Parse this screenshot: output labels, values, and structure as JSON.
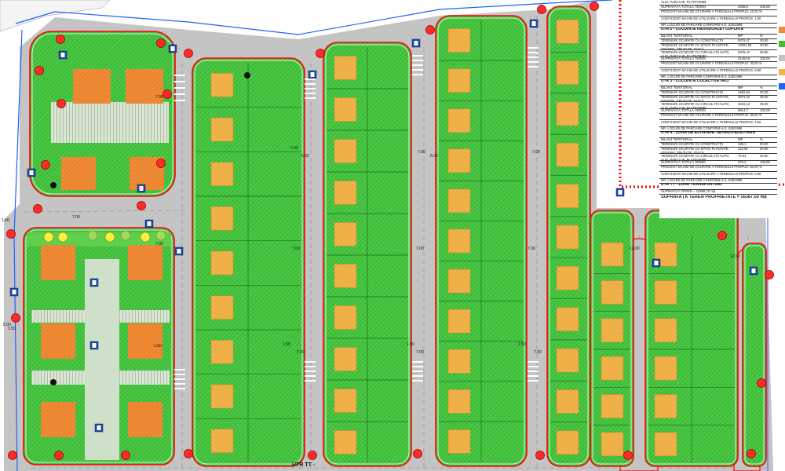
{
  "legend": {
    "rows": [
      {
        "id": "r0",
        "text": "ALEI, PARCAJE, PLATFORME",
        "m2": "",
        "pct": "",
        "head": false
      },
      {
        "id": "r1",
        "text": "SUPRAFAȚĂ TOTALĂ TEREN",
        "m2": "1038,9",
        "pct": "100,00",
        "head": false
      },
      {
        "id": "r2",
        "text": "PROCENT MAXIM DE OCUPARE A TERENULUI PROPUS: 10,00 %",
        "m2": "",
        "pct": "",
        "head": false
      },
      {
        "id": "r3",
        "text": "COEFICIENT MAXIM DE UTILIZARE A TERENULUI PROPUS: 1,00",
        "m2": "",
        "pct": "",
        "head": false
      },
      {
        "id": "r4",
        "text": "NR. LOCURI DE PARCARE CONFORM H.G. 525/1996",
        "m2": "",
        "pct": "",
        "head": false
      },
      {
        "id": "r5",
        "text": "UTR 2 - LOCUINȚE INDIVIDUALE / CUPLATE",
        "m2": "",
        "pct": "",
        "head": true
      },
      {
        "id": "r6",
        "text": "BILANȚ TERITORIAL",
        "m2": "MP",
        "pct": "%",
        "head": false
      },
      {
        "id": "r7",
        "text": "TERENURI OCUPATE CU CONSTRUCȚII",
        "m2": "9376,47",
        "pct": "30,00",
        "head": false
      },
      {
        "id": "r8",
        "text": "TERENURI OCUPATE CU SPAȚII PLANTATE, GRĂDINI, SPAȚII DE JOACĂ",
        "m2": "12501,96",
        "pct": "40,00",
        "head": false
      },
      {
        "id": "r9",
        "text": "TERENURI OCUPATE CU CIRCULAȚII AUTO, ALEI, PARCAJE, PLATFORME",
        "m2": "9376,47",
        "pct": "30,00",
        "head": false
      },
      {
        "id": "r10",
        "text": "SUPRAFAȚĂ TOTALĂ TEREN",
        "m2": "31254,9",
        "pct": "100,00",
        "head": false
      },
      {
        "id": "r11",
        "text": "PROCENT MAXIM DE OCUPARE A TERENULUI PROPUS: 30,00 %",
        "m2": "",
        "pct": "",
        "head": false
      },
      {
        "id": "r12",
        "text": "COEFICIENT MAXIM DE UTILIZARE A TERENULUI PROPUS: 0,90",
        "m2": "",
        "pct": "",
        "head": false
      },
      {
        "id": "r13",
        "text": "NR. LOCURI DE PARCARE CONFORM H.G. 525/1996",
        "m2": "",
        "pct": "",
        "head": false
      },
      {
        "id": "r14",
        "text": "UTR 3 - LOCUINȚE COLECTIVE MICI",
        "m2": "",
        "pct": "",
        "head": true
      },
      {
        "id": "r15",
        "text": "BILANȚ TERITORIAL",
        "m2": "MP",
        "pct": "%",
        "head": false
      },
      {
        "id": "r16",
        "text": "TERENURI OCUPATE CU CONSTRUCȚII",
        "m2": "2462,94",
        "pct": "30,00",
        "head": false
      },
      {
        "id": "r17",
        "text": "TERENURI OCUPATE CU SPAȚII PLANTATE, GRĂDINI, SPAȚII DE JOACĂ",
        "m2": "2874,41",
        "pct": "35,00",
        "head": false
      },
      {
        "id": "r18",
        "text": "TERENURI OCUPATE CU CIRCULAȚII AUTO, ALEI, PARCAJE, PLATFORME",
        "m2": "4810,12",
        "pct": "35,00",
        "head": false
      },
      {
        "id": "r19",
        "text": "SUPRAFAȚĂ TOTALĂ TEREN",
        "m2": "8814,7",
        "pct": "100,00",
        "head": false
      },
      {
        "id": "r20",
        "text": "PROCENT MAXIM DE OCUPARE A TERENULUI PROPUS: 30,00 %",
        "m2": "",
        "pct": "",
        "head": false
      },
      {
        "id": "r21",
        "text": "COEFICIENT MAXIM DE UTILIZARE A TERENULUI PROPUS: 1,00",
        "m2": "",
        "pct": "",
        "head": false
      },
      {
        "id": "r22",
        "text": "NR. LOCURI DE PARCARE CONFORM H.G. 525/1996",
        "m2": "",
        "pct": "",
        "head": false
      },
      {
        "id": "r23",
        "text": "UTR 4 - ZONĂ DE ECHIPARE TEHNICO-EDILITARĂ",
        "m2": "",
        "pct": "",
        "head": true
      },
      {
        "id": "r24",
        "text": "BILANȚ TERITORIAL",
        "m2": "MP",
        "pct": "%",
        "head": false
      },
      {
        "id": "r25",
        "text": "TERENURI OCUPATE CU CONSTRUCȚII",
        "m2": "185,1",
        "pct": "50,00",
        "head": false
      },
      {
        "id": "r26",
        "text": "TERENURI OCUPATE CU SPAȚII PLANTATE, GRĂDINI, SPAȚII DE JOACĂ",
        "m2": "111,06",
        "pct": "30,00",
        "head": false
      },
      {
        "id": "r27",
        "text": "TERENURI OCUPATE CU CIRCULAȚII AUTO, ALEI, PARCAJE, PLATFORME",
        "m2": "74,04",
        "pct": "20,00",
        "head": false
      },
      {
        "id": "r28",
        "text": "SUPRAFAȚĂ TOTALĂ TEREN",
        "m2": "370,2",
        "pct": "100,00",
        "head": false
      },
      {
        "id": "r29",
        "text": "PROCENT MAXIM DE OCUPARE A TERENULUI PROPUS: 50,00 %",
        "m2": "",
        "pct": "",
        "head": false
      },
      {
        "id": "r30",
        "text": "COEFICIENT MAXIM DE UTILIZARE A TERENULUI PROPUS: 0,50",
        "m2": "",
        "pct": "",
        "head": false
      },
      {
        "id": "r31",
        "text": "NR. LOCURI DE PARCARE CONFORM H.G. 525/1996",
        "m2": "",
        "pct": "",
        "head": false
      },
      {
        "id": "r32",
        "text": "UTR TT - ZONA TRANSPORTURI",
        "m2": "",
        "pct": "",
        "head": true
      },
      {
        "id": "r33",
        "text": "SUPRAFAȚA TEREN = 13808,70 mp",
        "m2": "",
        "pct": "",
        "head": false
      }
    ],
    "total": "SUPRAFAȚĂ TEREN PROPRIETATE = 56387,00 mp"
  },
  "map": {
    "zone_label": "UTR TT -",
    "road_width_label": "7.00",
    "sidewalk_label": "1.50",
    "cul_de_sac_label": "12.00",
    "offset_label": "5.00",
    "colors": {
      "green": "#3fbe3a",
      "road": "#c4c4c4",
      "footprint": "#f2b24a",
      "orange": "#f08a35",
      "boundary": "#ff0000",
      "plaza": "#cfe0c9",
      "yellow_tree": "#ffef3a"
    },
    "legend_swatches": [
      "#f08a35",
      "#3fbe3a",
      "#c4c4c4",
      "#f2b24a",
      "#2060ff"
    ]
  }
}
